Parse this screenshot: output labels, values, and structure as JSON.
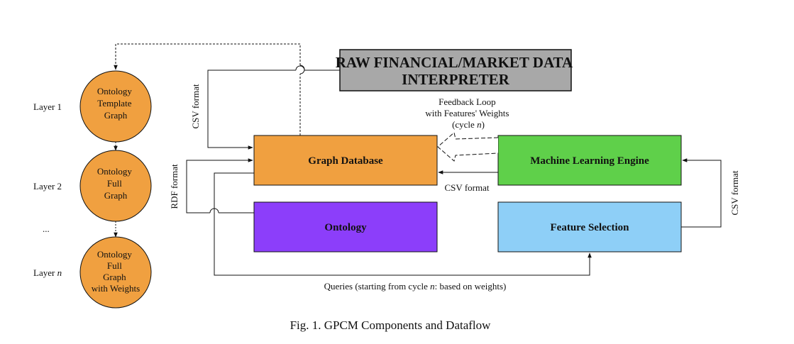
{
  "caption": "Fig. 1.  GPCM Components and Dataflow",
  "layers": {
    "layer1": "Layer 1",
    "layer2": "Layer 2",
    "ellipsis": "...",
    "layern_prefix": "Layer ",
    "layern_var": "n"
  },
  "circles": {
    "c1": [
      "Ontology",
      "Template",
      "Graph"
    ],
    "c2": [
      "Ontology",
      "Full",
      "Graph"
    ],
    "c3": [
      "Ontology",
      "Full",
      "Graph",
      "with Weights"
    ]
  },
  "boxes": {
    "raw_line1": "RAW FINANCIAL/MARKET DATA",
    "raw_line2": "INTERPRETER",
    "graph_db": "Graph Database",
    "ml_engine": "Machine Learning Engine",
    "ontology": "Ontology",
    "feature_selection": "Feature Selection"
  },
  "edge_labels": {
    "csv_left": "CSV format",
    "rdf": "RDF format",
    "feedback1": "Feedback Loop",
    "feedback2": "with Features' Weights",
    "feedback3_prefix": "(cycle ",
    "feedback3_var": "n",
    "feedback3_suffix": ")",
    "csv_middle": "CSV format",
    "csv_right": "CSV format",
    "queries_prefix": "Queries (starting from cycle ",
    "queries_var": "n",
    "queries_suffix": ": based on weights)"
  },
  "colors": {
    "circle_fill": "#F0A040",
    "graph_db_fill": "#F0A040",
    "raw_fill": "#A8A8A8",
    "ml_fill": "#5FD04A",
    "ontology_fill": "#8C3EFA",
    "feature_fill": "#8ECFF7"
  }
}
